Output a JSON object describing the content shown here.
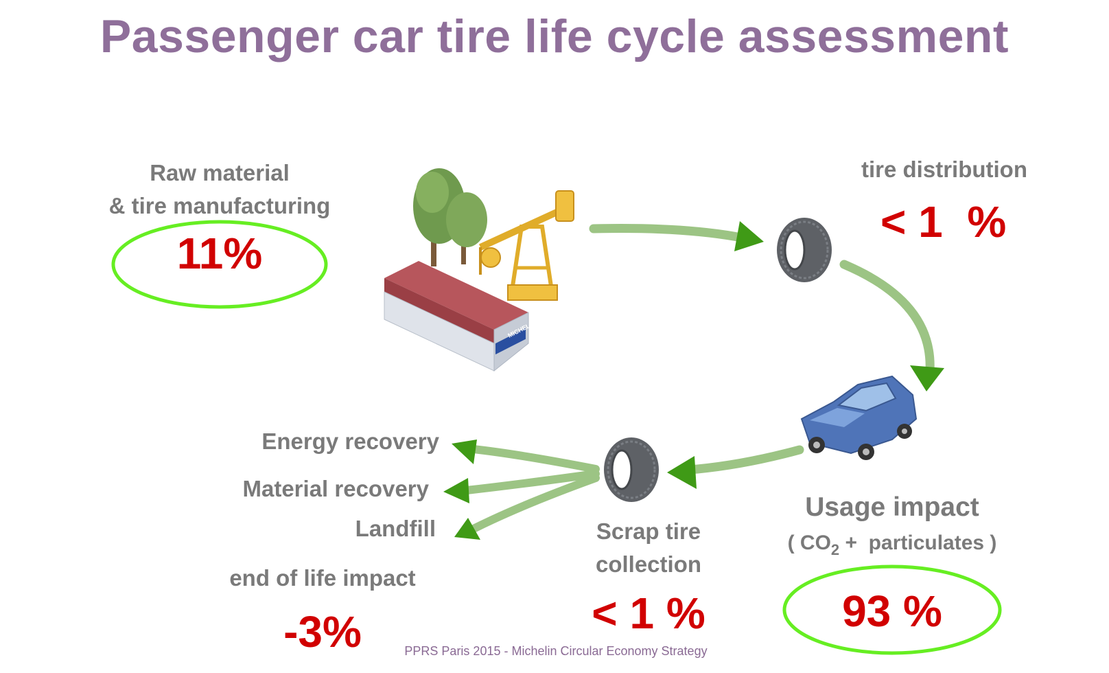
{
  "title": "Passenger car tire life cycle assessment",
  "stages": {
    "manufacturing": {
      "label_line1": "Raw material",
      "label_line2": "& tire manufacturing",
      "value": "11%"
    },
    "distribution": {
      "label": "tire distribution",
      "value": "< 1  %"
    },
    "usage": {
      "label": "Usage impact",
      "detail_open": "( CO",
      "detail_sub": "2",
      "detail_rest": " +  particulates )",
      "value": "93 %"
    },
    "collection": {
      "label_line1": "Scrap tire",
      "label_line2": "collection",
      "value": "< 1 %"
    },
    "end_of_life": {
      "options": [
        "Energy recovery",
        "Material recovery",
        "Landfill"
      ],
      "label": "end of life impact",
      "value": "-3%"
    }
  },
  "icons": [
    "trees-icon",
    "oil-pump-icon",
    "factory-icon",
    "tire-icon",
    "car-icon"
  ],
  "factory_sign": "MICHELIN",
  "footer": "PPRS Paris 2015 - Michelin Circular Economy Strategy",
  "colors": {
    "title": "#8f6f9a",
    "label": "#7a7a7a",
    "value": "#d10000",
    "ellipse": "#66ee22",
    "arrow": "#86b26a",
    "arrow_head": "#3f9a16"
  }
}
